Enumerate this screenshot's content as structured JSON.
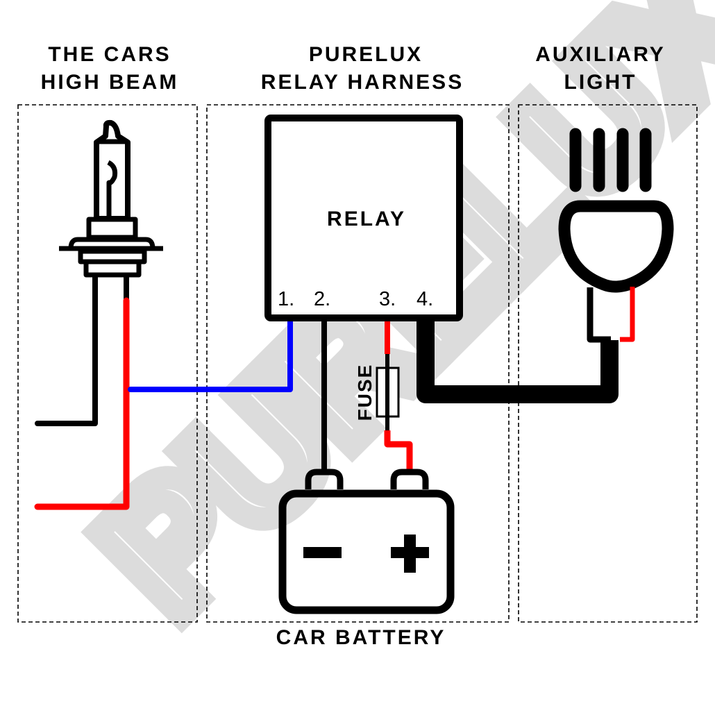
{
  "headings": {
    "high_beam": [
      "THE CARS",
      "HIGH BEAM"
    ],
    "harness": [
      "PURELUX",
      "RELAY HARNESS"
    ],
    "aux_light": [
      "AUXILIARY",
      "LIGHT"
    ]
  },
  "relay": {
    "label": "RELAY",
    "pins": [
      "1.",
      "2.",
      "3.",
      "4."
    ]
  },
  "fuse": {
    "label": "FUSE"
  },
  "battery": {
    "label": "CAR BATTERY",
    "negative_symbol": "−",
    "positive_symbol": "+"
  },
  "watermark": {
    "text": "PURELUX"
  },
  "colors": {
    "wire_black": "#000000",
    "wire_red": "#ff0000",
    "wire_blue": "#0000ff",
    "watermark": "#dcdcdc",
    "background": "#ffffff"
  },
  "connections": [
    {
      "from": "high-beam-positive",
      "to": "relay-pin-1",
      "color": "blue"
    },
    {
      "from": "relay-pin-2",
      "to": "battery-negative",
      "color": "black"
    },
    {
      "from": "relay-pin-3",
      "to": "battery-positive",
      "color": "red",
      "via": "fuse"
    },
    {
      "from": "relay-pin-4",
      "to": "auxiliary-light",
      "color": "black"
    }
  ]
}
